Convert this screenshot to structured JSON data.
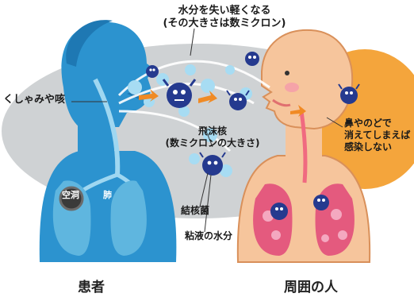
{
  "labels": {
    "top_line1": "水分を失い軽くなる",
    "top_line2": "(その大きさは数ミクロン)",
    "cough": "くしゃみや咳",
    "nucleus_line1": "飛沫核",
    "nucleus_line2": "(数ミクロンの大きさ)",
    "bacteria": "結核菌",
    "mucus_moisture": "粘液の水分",
    "infection_line1": "鼻やのどで",
    "infection_line2": "消えてしまえば",
    "infection_line3": "感染しない",
    "patient": "患者",
    "people_around": "周囲の人",
    "cavity": "空洞",
    "lung": "肺"
  },
  "colors": {
    "patient_blue": "#2c93cf",
    "patient_dark": "#1e78b3",
    "person_skin": "#f6c59c",
    "person_line": "#d9905a",
    "lung_pink": "#e45a7e",
    "orange_blob": "#f4a53c",
    "grey_blob": "#cfd2d4",
    "bacteria_navy": "#253a8f",
    "droplet_blue": "#a7dcf3"
  }
}
